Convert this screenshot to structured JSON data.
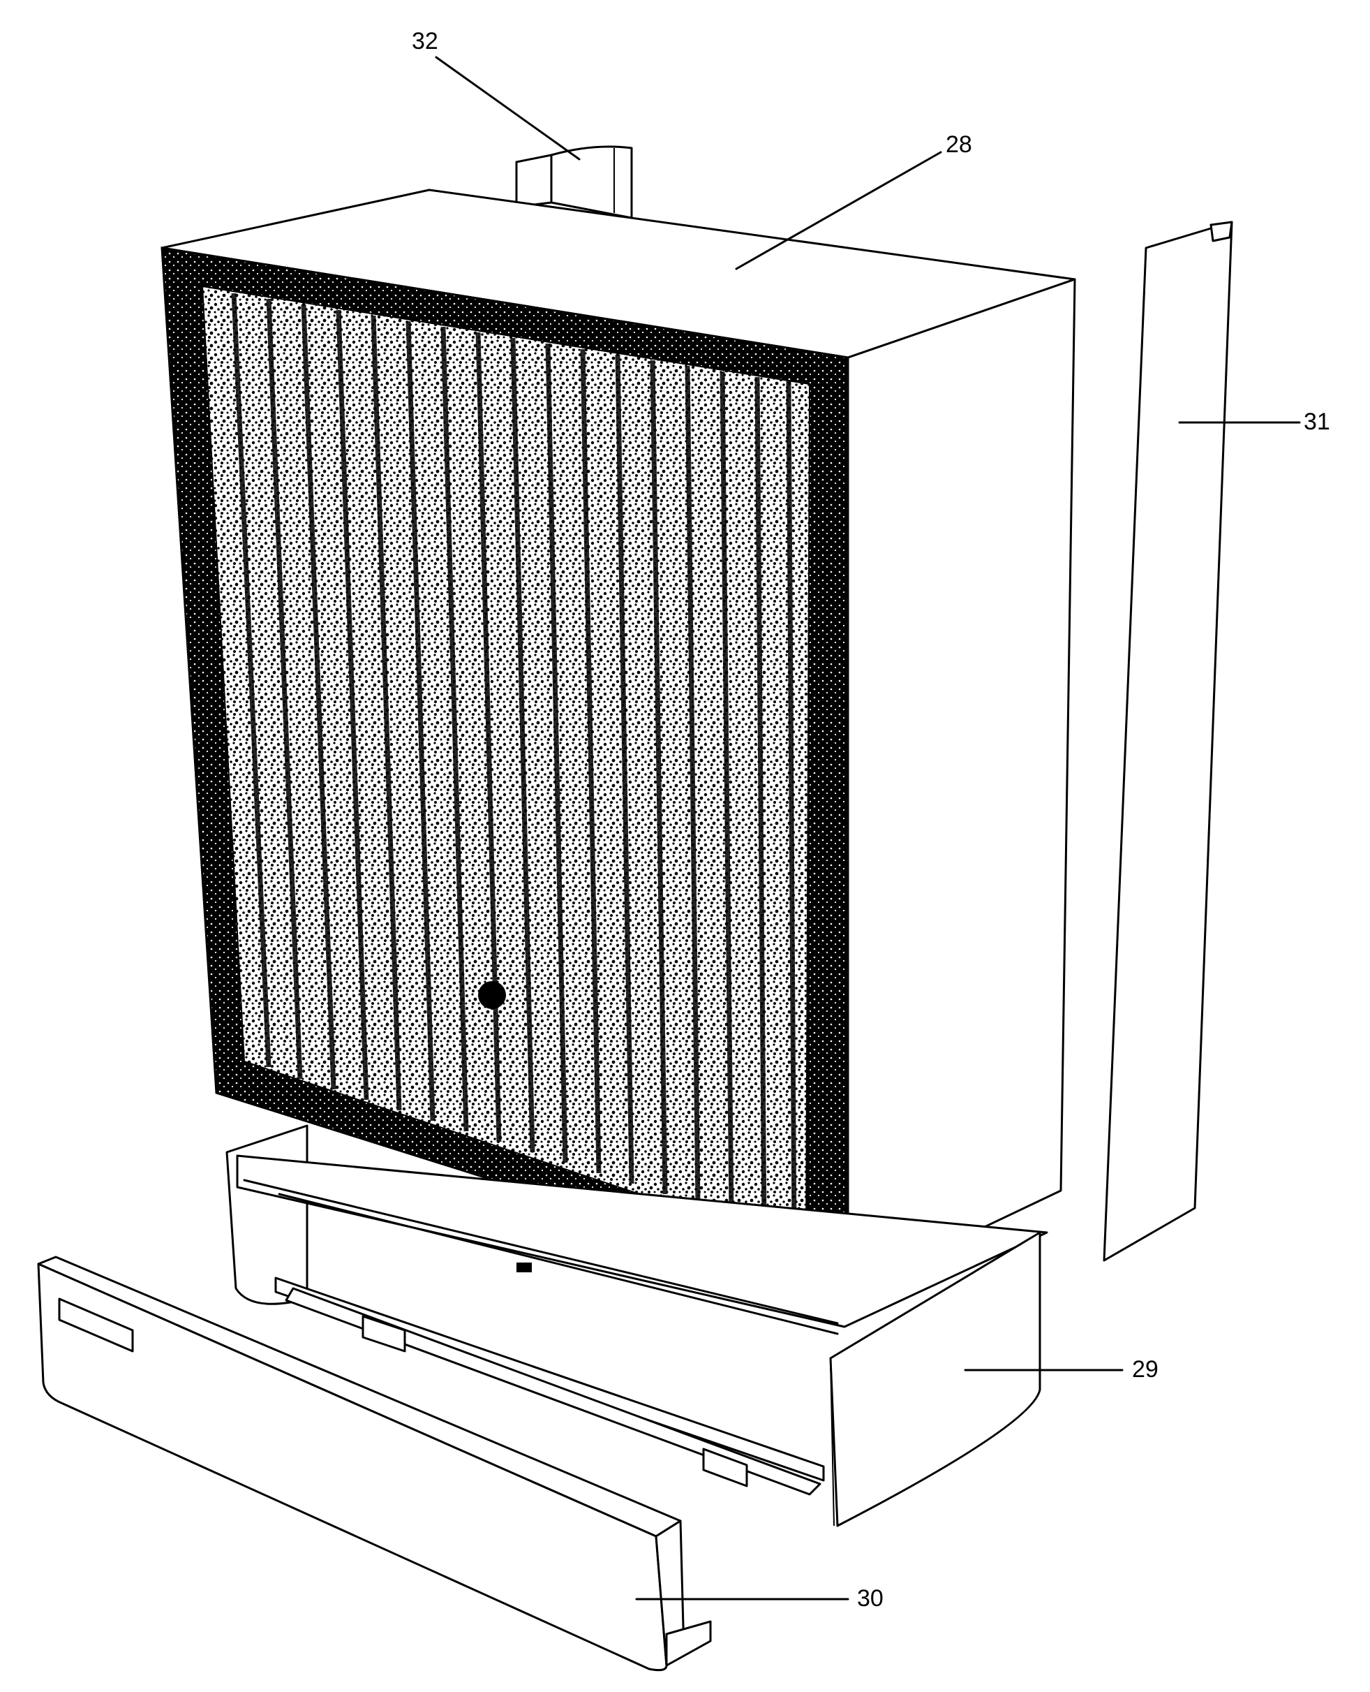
{
  "figure": {
    "labels": {
      "l28": "28",
      "l29": "29",
      "l30": "30",
      "l31": "31",
      "l32": "32"
    },
    "colors": {
      "ink": "#000000",
      "paper": "#ffffff"
    }
  }
}
